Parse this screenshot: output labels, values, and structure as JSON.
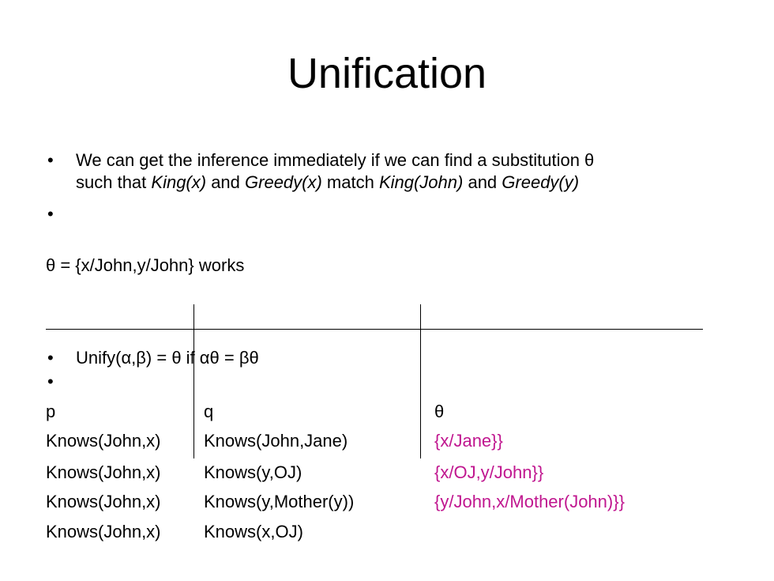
{
  "title": "Unification",
  "bullet1": {
    "line1_start": "We can get the inference immediately if we can find a substitution θ",
    "line2_a": "such that ",
    "king_x": "King(x)",
    "and1": " and ",
    "greedy_x": "Greedy(x)",
    "match": " match ",
    "king_john": "King(John)",
    "and2": " and ",
    "greedy_y": "Greedy(y)"
  },
  "bullet_symbol": "•",
  "theta_line": "θ = {x/John,y/John} works",
  "unify_line": "Unify(α,β) = θ if αθ = βθ",
  "table": {
    "headers": [
      "p",
      "q",
      "θ"
    ],
    "rows": [
      [
        "Knows(John,x)",
        "Knows(John,Jane)",
        "{x/Jane}}"
      ],
      [
        "Knows(John,x)",
        "Knows(y,OJ)",
        "{x/OJ,y/John}}"
      ],
      [
        "Knows(John,x)",
        "Knows(y,Mother(y))",
        "{y/John,x/Mother(John)}}"
      ],
      [
        "Knows(John,x)",
        "Knows(x,OJ)",
        ""
      ]
    ]
  },
  "colors": {
    "theta_values": "#c0168f",
    "link": "#3333aa"
  }
}
